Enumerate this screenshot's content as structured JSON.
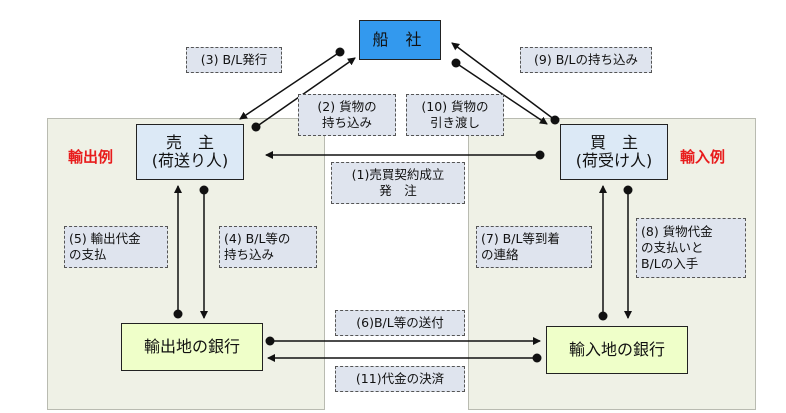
{
  "nodes": {
    "shipping_company": "船 社",
    "seller": [
      "売　主",
      "(荷送り人)"
    ],
    "buyer": [
      "買　主",
      "(荷受け人)"
    ],
    "export_bank": "輸出地の銀行",
    "import_bank": "輸入地の銀行"
  },
  "sides": {
    "export": "輸出例",
    "import": "輸入例"
  },
  "steps": {
    "s1": [
      "(1)売買契約成立",
      "発　注"
    ],
    "s2": [
      "(2) 貨物の",
      "持ち込み"
    ],
    "s3": "(3) B/L発行",
    "s4": [
      "(4) B/L等の",
      "持ち込み"
    ],
    "s5": [
      "(5) 輸出代金",
      "の支払"
    ],
    "s6": "(6)B/L等の送付",
    "s7": [
      "(7) B/L等到着",
      "の連絡"
    ],
    "s8": [
      "(8) 貨物代金",
      "の支払いと",
      "B/Lの入手"
    ],
    "s9": "(9) B/Lの持ち込み",
    "s10": [
      "(10) 貨物の",
      "引き渡し"
    ],
    "s11": "(11)代金の決済"
  },
  "colors": {
    "region_bg": "#eff1e6",
    "party_bg": "#dce9f6",
    "bank_bg": "#efffc9",
    "ship_bg": "#3399ee",
    "label_bg": "#dfe4ee",
    "side_label": "#e81c1c"
  }
}
